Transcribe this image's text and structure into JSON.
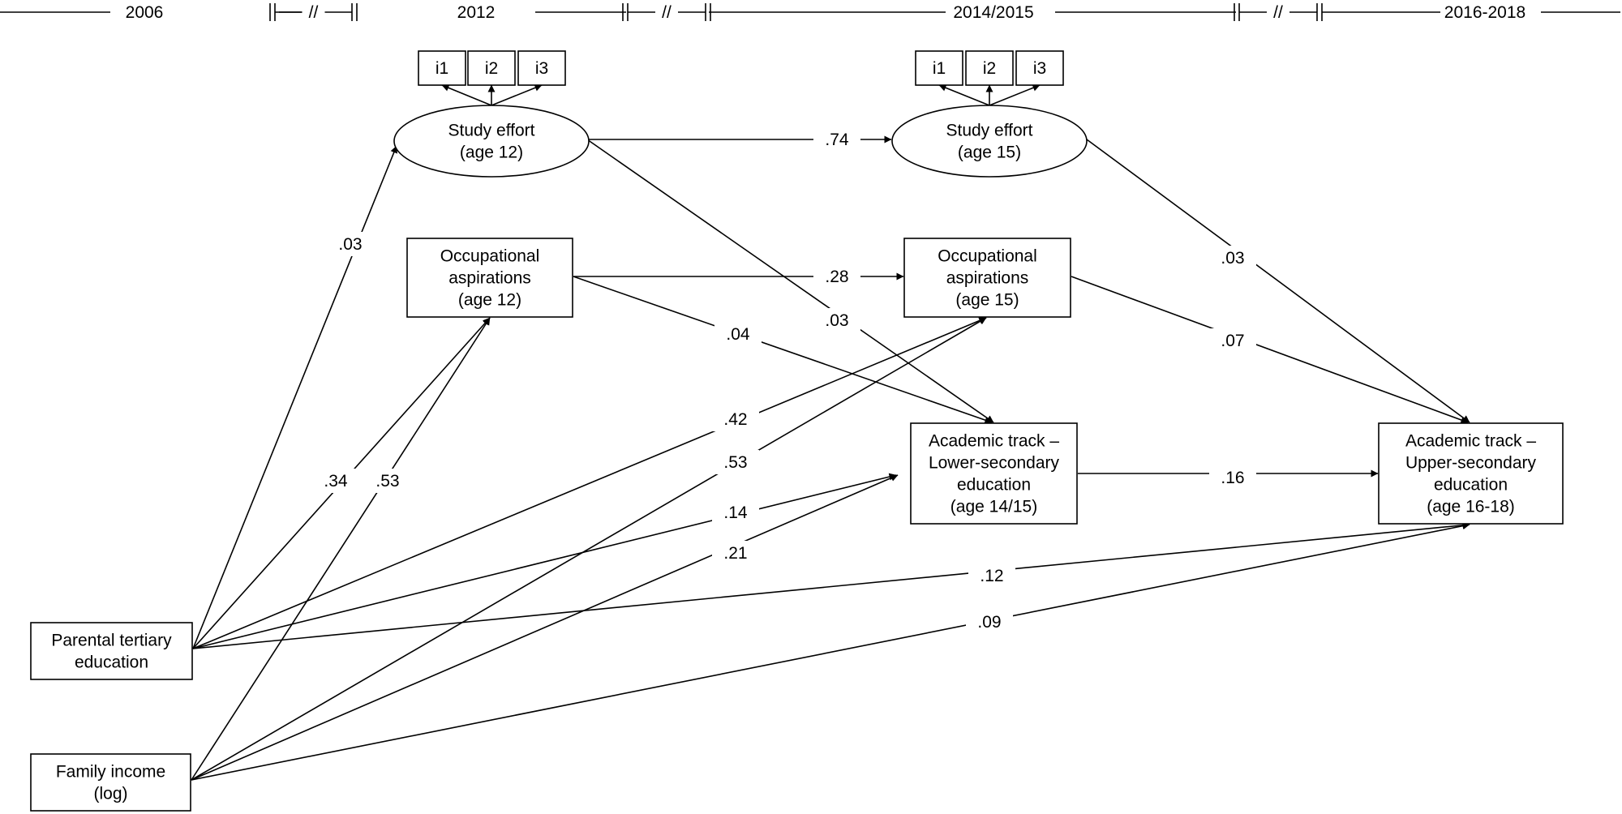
{
  "timeline": {
    "labels": [
      "2006",
      "2012",
      "2014/2015",
      "2016-2018"
    ],
    "break_symbol": "//"
  },
  "nodes": {
    "se12": [
      "Study effort",
      "(age 12)"
    ],
    "se15": [
      "Study effort",
      "(age 15)"
    ],
    "oa12": [
      "Occupational",
      "aspirations",
      "(age 12)"
    ],
    "oa15": [
      "Occupational",
      "aspirations",
      "(age 15)"
    ],
    "lse": [
      "Academic track –",
      "Lower-secondary",
      "education",
      "(age 14/15)"
    ],
    "use": [
      "Academic track –",
      "Upper-secondary",
      "education",
      "(age 16-18)"
    ],
    "pte": [
      "Parental tertiary",
      "education"
    ],
    "inc": [
      "Family income",
      "(log)"
    ]
  },
  "items": {
    "se12": [
      "i1",
      "i2",
      "i3"
    ],
    "se15": [
      "i1",
      "i2",
      "i3"
    ]
  },
  "coefficients": {
    "se12_se15": ".74",
    "oa12_oa15": ".28",
    "se12_lse": ".03",
    "oa12_lse": ".04",
    "se15_use": ".03",
    "oa15_use": ".07",
    "lse_use": ".16",
    "pte_se12": ".03",
    "pte_oa12": ".34",
    "inc_oa12": ".53",
    "pte_oa15": ".42",
    "inc_oa15": ".53",
    "pte_lse": ".14",
    "inc_lse": ".21",
    "pte_use": ".12",
    "inc_use": ".09"
  }
}
